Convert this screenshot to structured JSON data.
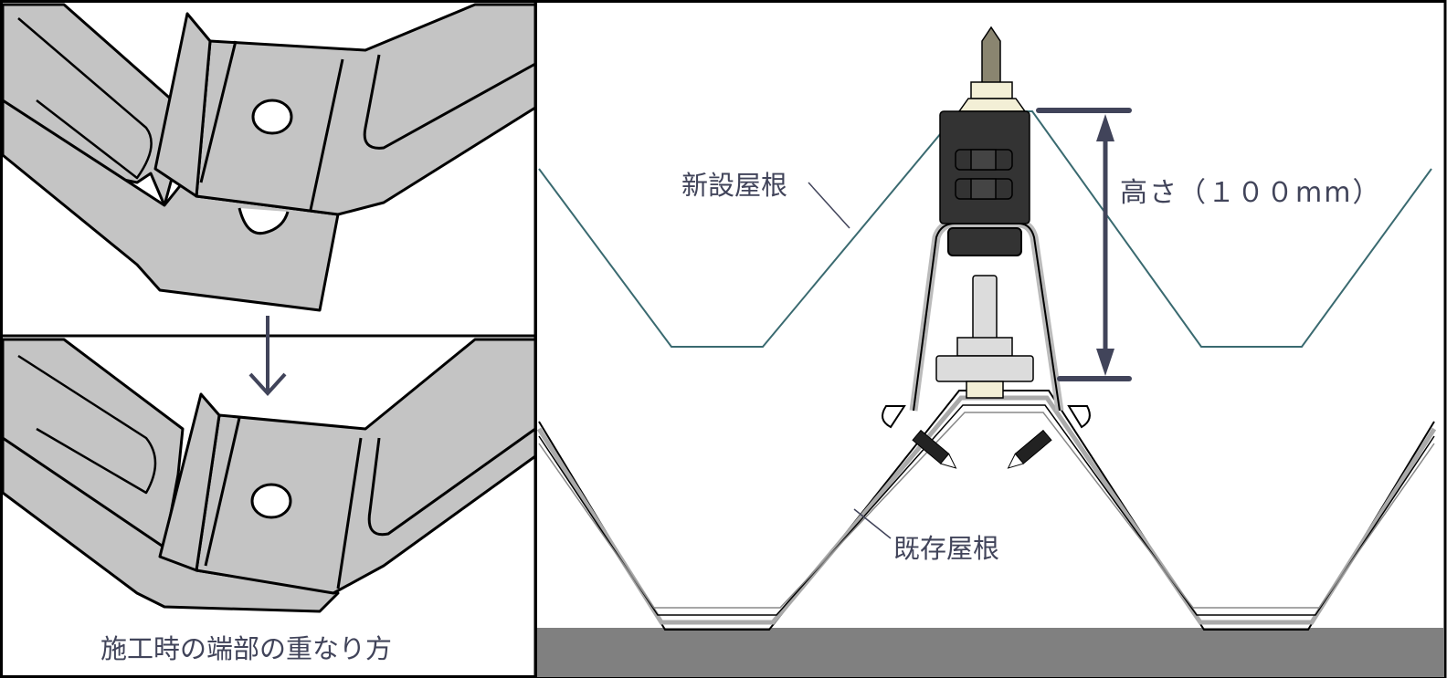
{
  "labels": {
    "new_roof": "新設屋根",
    "height": "高さ（１００mm）",
    "existing_roof": "既存屋根",
    "caption": "施工時の端部の重なり方"
  },
  "colors": {
    "text": "#41445a",
    "metal": "#c4c4c4",
    "new_roof_line": "#3a6a70",
    "floor": "#808080",
    "bracket": "#333333",
    "nut": "#f3efd6"
  }
}
